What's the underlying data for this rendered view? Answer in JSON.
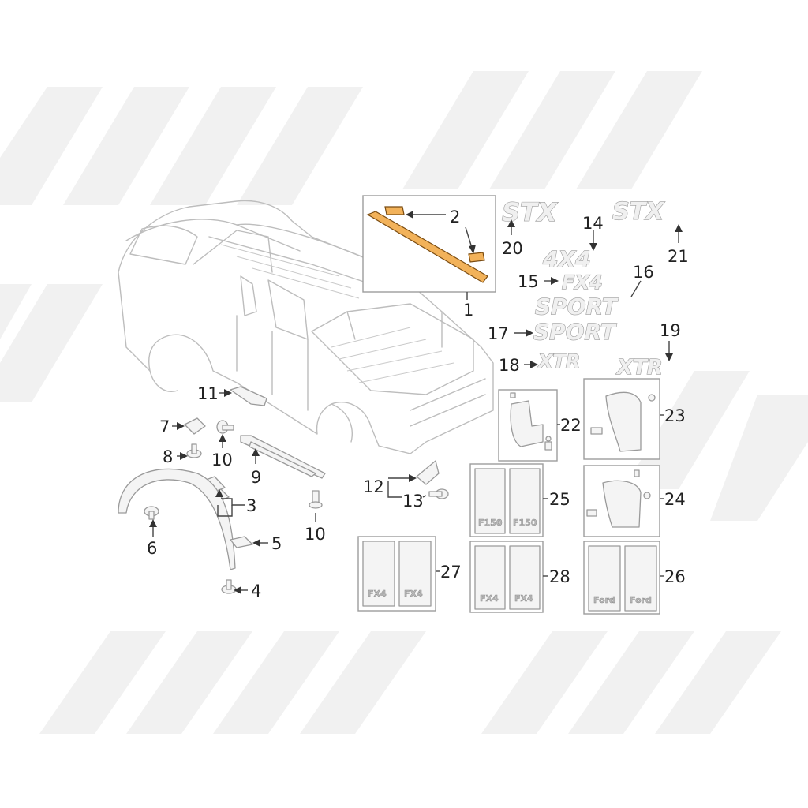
{
  "callouts": {
    "c1": "1",
    "c2": "2",
    "c3": "3",
    "c4": "4",
    "c5": "5",
    "c6": "6",
    "c7": "7",
    "c8": "8",
    "c9": "9",
    "c10a": "10",
    "c10b": "10",
    "c11": "11",
    "c12": "12",
    "c13": "13",
    "c14": "14",
    "c15": "15",
    "c16": "16",
    "c17": "17",
    "c18": "18",
    "c19": "19",
    "c20": "20",
    "c21": "21",
    "c22": "22",
    "c23": "23",
    "c24": "24",
    "c25": "25",
    "c26": "26",
    "c27": "27",
    "c28": "28"
  },
  "emblems": {
    "stx": "STX",
    "fourx4": "4X4",
    "fx4": "FX4",
    "sport": "SPORT",
    "xtr": "XTR"
  },
  "flap_labels": {
    "f150": "F150",
    "fx4": "FX4",
    "ford": "Ford"
  },
  "colors": {
    "highlight": "#f2b25a",
    "line": "#bdbdbd",
    "text": "#222222"
  }
}
